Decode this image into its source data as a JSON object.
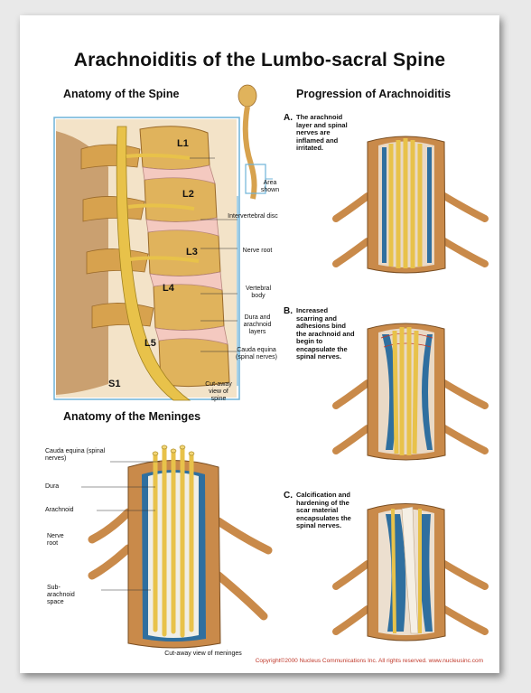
{
  "title": "Arachnoiditis of the Lumbo-sacral Spine",
  "sections": {
    "anatomy_spine": "Anatomy of the Spine",
    "anatomy_meninges": "Anatomy of the Meninges",
    "progression": "Progression of Arachnoiditis"
  },
  "vertebrae": [
    "L1",
    "L2",
    "L3",
    "L4",
    "L5",
    "S1"
  ],
  "spine_labels": {
    "area_shown": "Area shown",
    "intervertebral_disc": "Intervertebral disc",
    "nerve_root": "Nerve root",
    "vertebral_body": "Vertebral body",
    "dura_arachnoid": "Dura and arachnoid layers",
    "cauda_equina": "Cauda equina (spinal nerves)",
    "cutaway": "Cut-away view of spine"
  },
  "meninges_labels": {
    "cauda_equina": "Cauda equina (spinal nerves)",
    "dura": "Dura",
    "arachnoid": "Arachnoid",
    "nerve_root": "Nerve root",
    "subarachnoid": "Sub-arachnoid space",
    "cutaway": "Cut-away view of meninges"
  },
  "steps": [
    {
      "letter": "A.",
      "text": "The arachnoid layer and spinal nerves are inflamed and irritated."
    },
    {
      "letter": "B.",
      "text": "Increased scarring and adhesions bind the arachnoid and begin to encapsulate the spinal nerves."
    },
    {
      "letter": "C.",
      "text": "Calcification and hardening of the scar material encapsulates the spinal nerves."
    }
  ],
  "copyright": "Copyright©2000 Nucleus Communications Inc. All rights reserved. www.nucleusinc.com",
  "colors": {
    "bone": "#d9a94a",
    "dura": "#c98a4a",
    "nerve": "#e8c24a",
    "fluid": "#2f6f9f",
    "frame": "#6fb3d8"
  }
}
